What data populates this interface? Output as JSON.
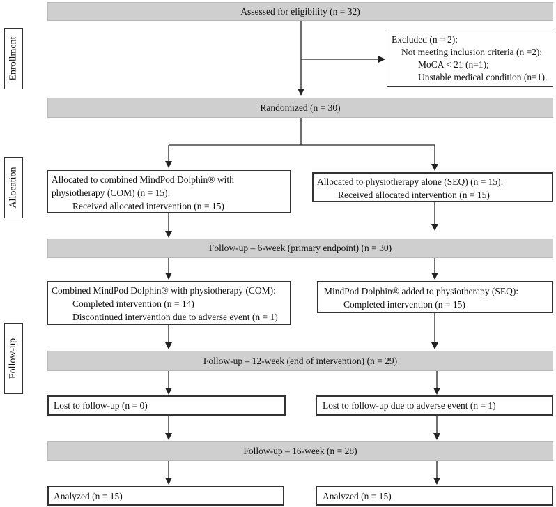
{
  "sections": {
    "enrollment": "Enrollment",
    "allocation": "Allocation",
    "followup": "Follow-up"
  },
  "assessed": "Assessed for eligibility (n = 32)",
  "excluded": {
    "title": "Excluded (n = 2):",
    "reason": "Not meeting inclusion criteria (n =2):",
    "sub1": "MoCA < 21 (n=1);",
    "sub2": "Unstable medical condition (n=1)."
  },
  "randomized": "Randomized (n = 30)",
  "allocation": {
    "com": {
      "line1": "Allocated to combined MindPod Dolphin® with",
      "line2": "physiotherapy (COM) (n = 15):",
      "line3": "Received allocated intervention (n = 15)"
    },
    "seq": {
      "line1": "Allocated to physiotherapy alone (SEQ) (n = 15):",
      "line2": "Received allocated intervention (n = 15)"
    }
  },
  "followup6": "Follow-up – 6-week (primary endpoint) (n = 30)",
  "intervention": {
    "com": {
      "line1": "Combined MindPod Dolphin® with physiotherapy (COM):",
      "line2": "Completed intervention (n = 14)",
      "line3": "Discontinued intervention due to adverse event (n = 1)"
    },
    "seq": {
      "line1": "MindPod Dolphin® added to physiotherapy (SEQ):",
      "line2": "Completed intervention (n = 15)"
    }
  },
  "followup12": "Follow-up – 12-week (end of intervention) (n = 29)",
  "lost": {
    "com": "Lost to follow-up (n = 0)",
    "seq": "Lost to follow-up due to adverse event (n = 1)"
  },
  "followup16": "Follow-up – 16-week (n = 28)",
  "analyzed": {
    "com": "Analyzed (n = 15)",
    "seq": "Analyzed (n = 15)"
  }
}
